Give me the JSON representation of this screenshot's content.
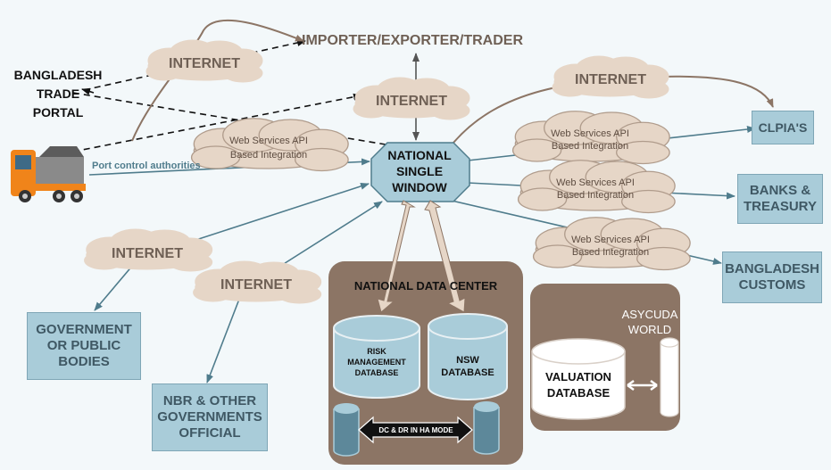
{
  "nodes": {
    "nsw": "NATIONAL\nSINGLE\nWINDOW",
    "importer": "IMPORTER/EXPORTER/TRADER",
    "btp": "BANGLADESH\nTRADE\nPORTAL",
    "clpia": "CLPIA'S",
    "banks": "BANKS &\nTREASURY",
    "customs": "BANGLADESH\nCUSTOMS",
    "gov": "GOVERNMENT\nOR PUBLIC\nBODIES",
    "nbr": "NBR & OTHER\nGOVERNMENTS\nOFFICIAL"
  },
  "clouds": {
    "internet": "INTERNET",
    "api_line1": "Web Services API",
    "api_line2": "Based Integration"
  },
  "edge_labels": {
    "port": "Port control authorities"
  },
  "data_center": {
    "title": "NATIONAL DATA CENTER",
    "risk": "RISK\nMANAGEMENT\nDATABASE",
    "nsw_db": "NSW\nDATABASE",
    "ha": "DC & DR IN HA MODE"
  },
  "asycuda": {
    "title": "ASYCUDA\nWORLD",
    "valuation": "VALUATION\nDATABASE"
  },
  "icons": {
    "truck": "truck-icon"
  },
  "colors": {
    "cloud_fill": "#e6d6c7",
    "box_fill": "#a9ccd9",
    "datacenter_fill": "#8c7565",
    "arrow": "#4f7c8c"
  }
}
